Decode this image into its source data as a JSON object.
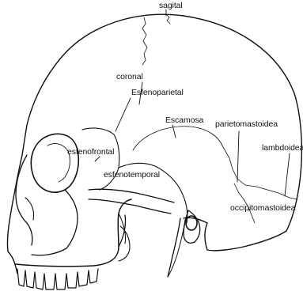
{
  "diagram": {
    "line_color": "#111111",
    "background": "#ffffff",
    "labels": {
      "sagital": "sagital",
      "coronal": "coronal",
      "esfenoparietal": "Esfenoparietal",
      "escamosa": "Escamosa",
      "esfenofrontal": "esfenofrontal",
      "esfenotemporal": "esfenotemporal",
      "parietomastoidea": "parietomastoidea",
      "lambdoidea": "lambdoidea",
      "occipitomastoidea": "occipitomastoidea"
    }
  }
}
